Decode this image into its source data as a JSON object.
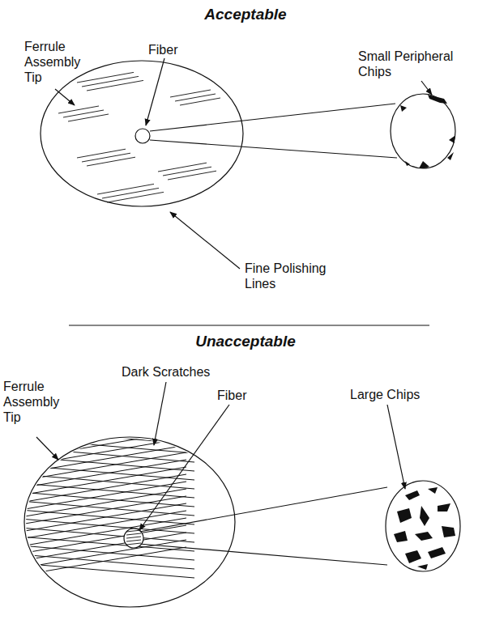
{
  "diagram": {
    "labels": [
      "Acceptable",
      "Ferrule Assembly Tip",
      "Fiber",
      "Small Peripheral Chips",
      "Fine Polishing Lines",
      "Unacceptable",
      "Ferrule Assembly Tip",
      "Dark Scratches",
      "Fiber",
      "Large Chips"
    ]
  }
}
